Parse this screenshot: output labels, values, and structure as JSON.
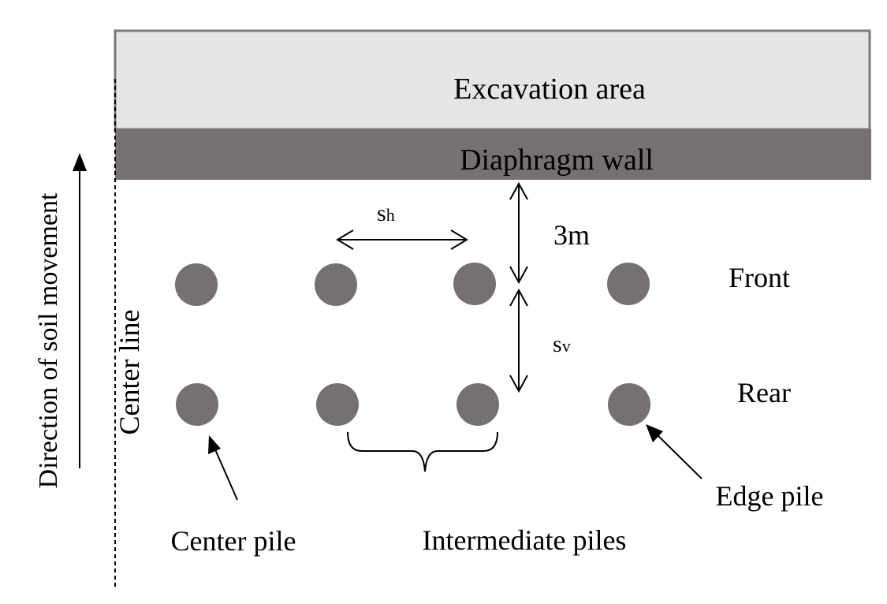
{
  "labels": {
    "excavation_area": "Excavation area",
    "diaphragm_wall": "Diaphragm wall",
    "spacing_h_main": "s",
    "spacing_h_sub": "h",
    "spacing_v_main": "s",
    "spacing_v_sub": "v",
    "distance_3m": "3m",
    "front_row": "Front",
    "rear_row": "Rear",
    "center_pile": "Center pile",
    "intermediate_piles": "Intermediate piles",
    "edge_pile": "Edge pile",
    "center_line": "Center line",
    "soil_movement": "Direction of soil movement"
  },
  "colors": {
    "excavation_fill": "#e6e5e6",
    "wall_fill": "#767071",
    "border": "#7a7a7a",
    "pile_fill": "#767071",
    "line": "#000000"
  }
}
